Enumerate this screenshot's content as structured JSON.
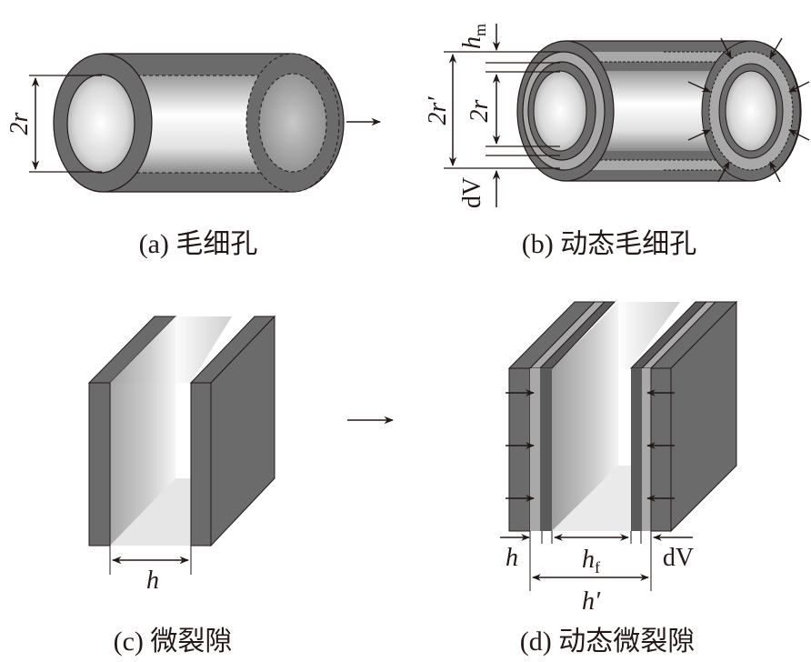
{
  "panels": {
    "a": {
      "caption": "(a) 毛细孔",
      "dim_label": "2r"
    },
    "b": {
      "caption": "(b) 动态毛细孔",
      "labels": {
        "hm_main": "h",
        "hm_sub": "m",
        "outer_diam": "2r′",
        "inner_diam": "2r",
        "dV": "dV"
      }
    },
    "c": {
      "caption": "(c) 微裂隙",
      "gap_label": "h"
    },
    "d": {
      "caption": "(d) 动态微裂隙",
      "labels": {
        "h": "h",
        "hf_main": "h",
        "hf_sub": "f",
        "dV": "dV",
        "h_prime": "h′"
      }
    }
  },
  "colors": {
    "wall_dark": "#6b6b6b",
    "layer_light": "#a9a9a9",
    "ink": "#231815"
  }
}
